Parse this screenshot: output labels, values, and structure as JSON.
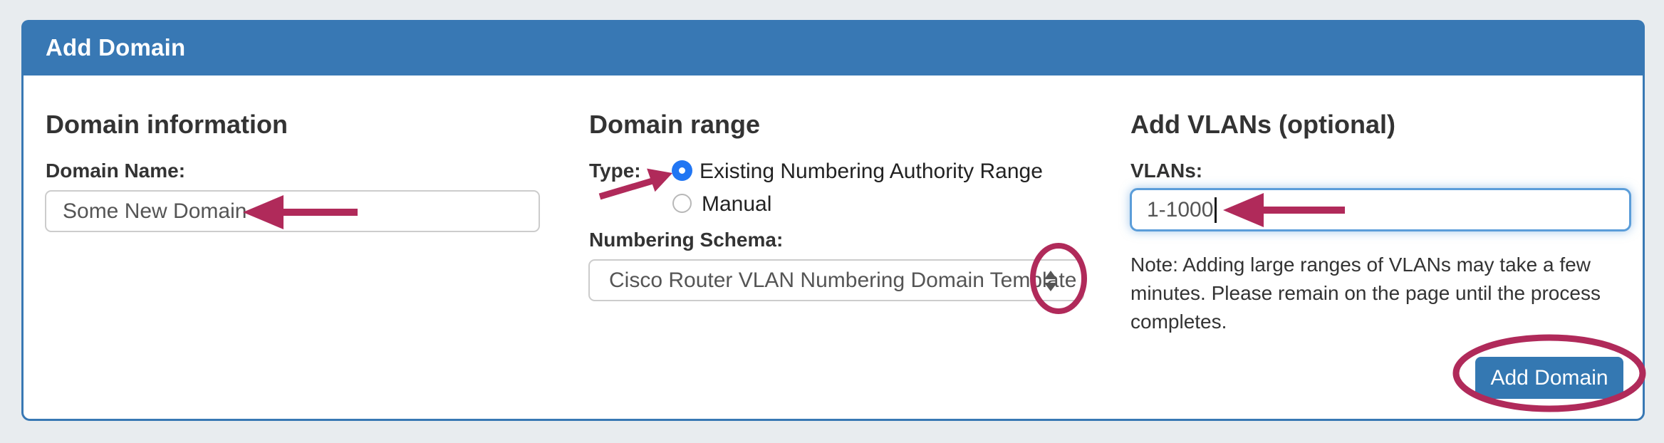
{
  "panel": {
    "title": "Add Domain"
  },
  "domain_information": {
    "heading": "Domain information",
    "domain_name_label": "Domain Name:",
    "domain_name_value": "Some New Domain"
  },
  "domain_range": {
    "heading": "Domain range",
    "type_label": "Type:",
    "radio_options": [
      {
        "label": "Existing Numbering Authority Range",
        "selected": true
      },
      {
        "label": "Manual",
        "selected": false
      }
    ],
    "numbering_schema_label": "Numbering Schema:",
    "numbering_schema_selected": "Cisco Router VLAN Numbering Domain Template"
  },
  "add_vlans": {
    "heading": "Add VLANs (optional)",
    "vlans_label": "VLANs:",
    "vlans_value": "1-1000",
    "note": "Note: Adding large ranges of VLANs may take a few minutes. Please remain on the page until the process completes.",
    "add_domain_button": "Add Domain"
  },
  "colors": {
    "header_blue": "#3878b4",
    "button_blue": "#3478b2",
    "annotation_crimson": "#b02a5a",
    "radio_selected_blue": "#2176f3",
    "focused_input_border": "#5b9dd9"
  }
}
